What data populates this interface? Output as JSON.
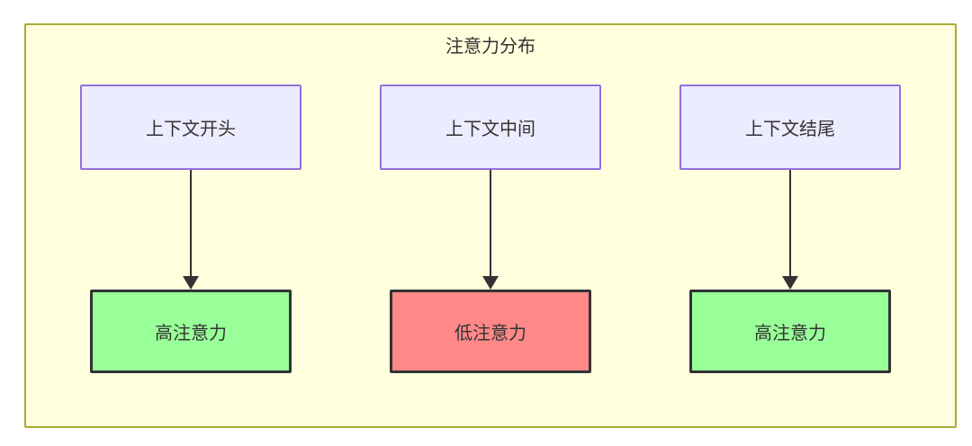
{
  "diagram": {
    "title": "注意力分布",
    "columns": [
      {
        "source": "上下文开头",
        "target": "高注意力",
        "level": "high"
      },
      {
        "source": "上下文中间",
        "target": "低注意力",
        "level": "low"
      },
      {
        "source": "上下文结尾",
        "target": "高注意力",
        "level": "high"
      }
    ],
    "colors": {
      "container_fill": "#ffffde",
      "container_border": "#aaaa33",
      "source_node_fill": "#ececff",
      "source_node_border": "#9370db",
      "high_attention_fill": "#99ff99",
      "low_attention_fill": "#ff8888",
      "target_node_border": "#333333",
      "arrow": "#333333",
      "text": "#333333"
    }
  }
}
